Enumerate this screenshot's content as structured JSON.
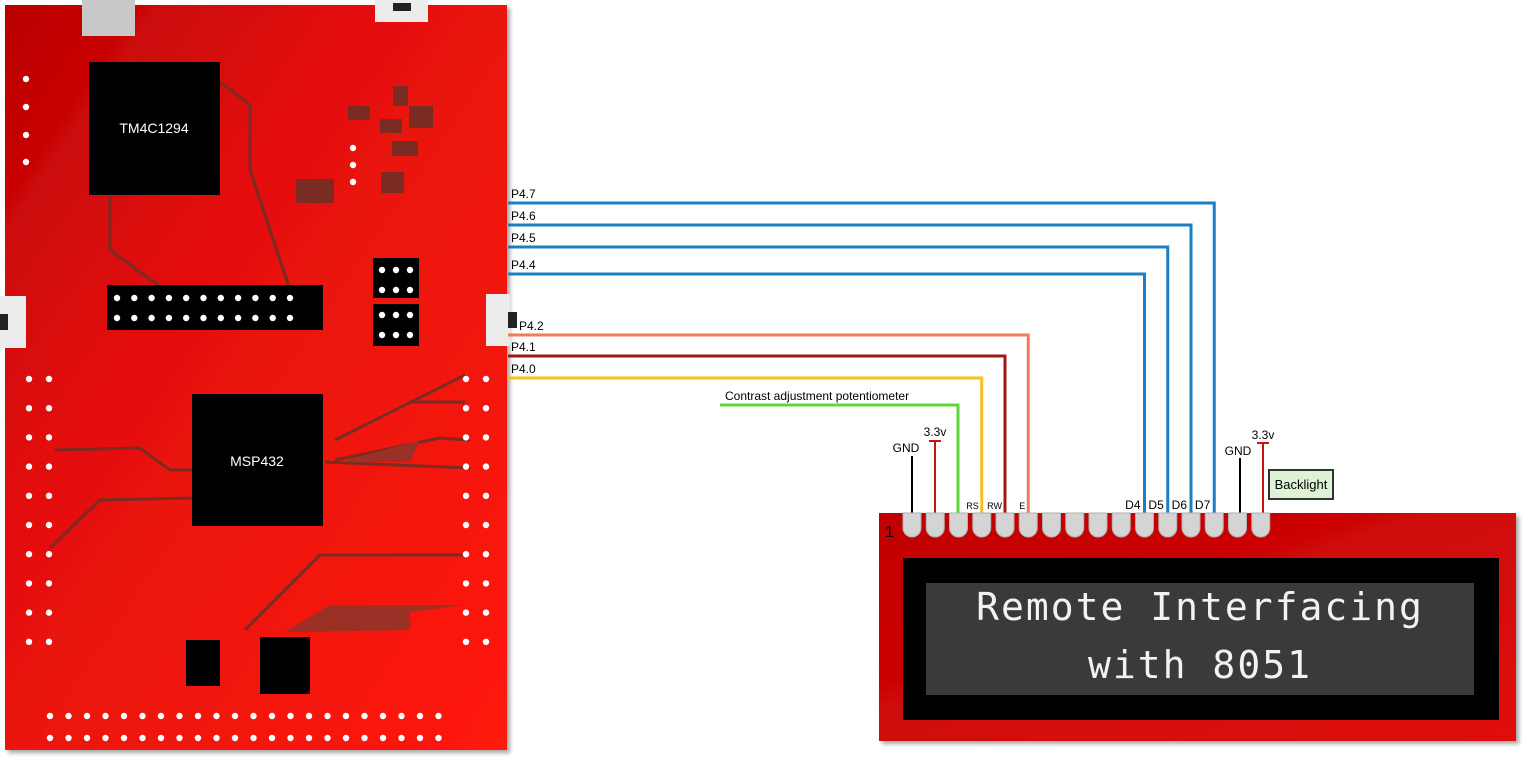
{
  "board": {
    "chip_top_label": "TM4C1294",
    "chip_bottom_label": "MSP432"
  },
  "wires": [
    {
      "port": "P4.7",
      "color": "#1a7fc4",
      "lcd_pin": "D7"
    },
    {
      "port": "P4.6",
      "color": "#1a7fc4",
      "lcd_pin": "D6"
    },
    {
      "port": "P4.5",
      "color": "#1a7fc4",
      "lcd_pin": "D5"
    },
    {
      "port": "P4.4",
      "color": "#1a7fc4",
      "lcd_pin": "D4"
    },
    {
      "port": "P4.2",
      "color": "#f07a5a",
      "lcd_pin": "E"
    },
    {
      "port": "P4.1",
      "color": "#9b1b12",
      "lcd_pin": "RW"
    },
    {
      "port": "P4.0",
      "color": "#f4c21a",
      "lcd_pin": "RS"
    }
  ],
  "contrast_label": "Contrast adjustment potentiometer",
  "contrast_color": "#5fd63a",
  "power": {
    "gnd_left": "GND",
    "vcc_left": "3.3v",
    "gnd_right": "GND",
    "vcc_right": "3.3v"
  },
  "backlight_label": "Backlight",
  "lcd": {
    "pin_one_label": "1",
    "line1": "Remote Interfacing",
    "line2": "with 8051"
  }
}
